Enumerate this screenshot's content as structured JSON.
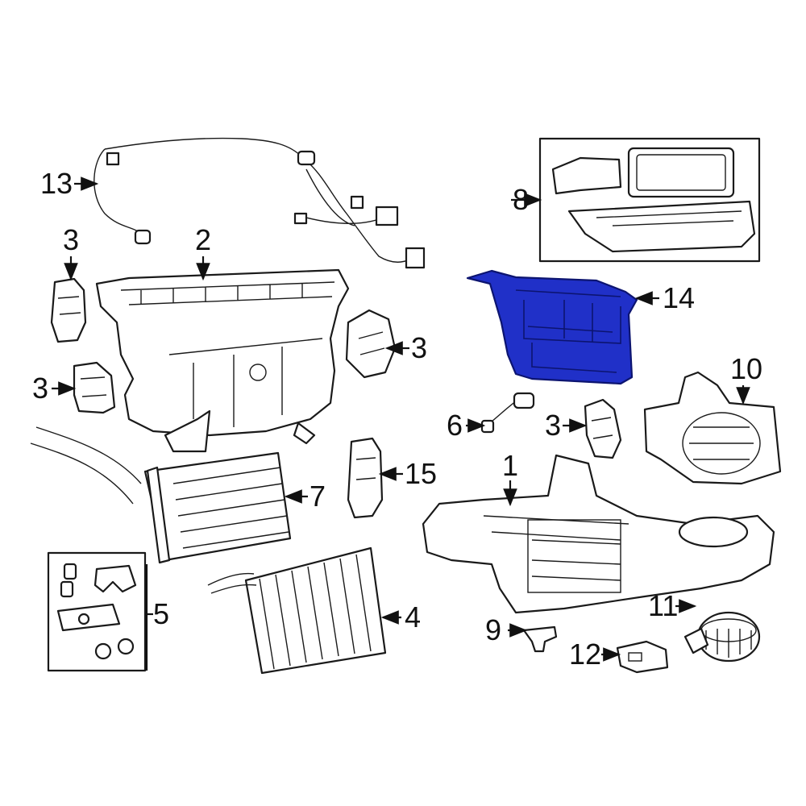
{
  "colors": {
    "highlight": "#2030c8",
    "highlight_edge": "#0c1470",
    "line": "#1a1a1a"
  },
  "callouts": {
    "c1": "1",
    "c2": "2",
    "c3a": "3",
    "c3b": "3",
    "c3c": "3",
    "c3d": "3",
    "c4": "4",
    "c5": "5",
    "c6": "6",
    "c7": "7",
    "c8": "8",
    "c9": "9",
    "c10": "10",
    "c11": "11",
    "c12": "12",
    "c13": "13",
    "c14": "14",
    "c15": "15"
  },
  "highlighted_part": "14"
}
